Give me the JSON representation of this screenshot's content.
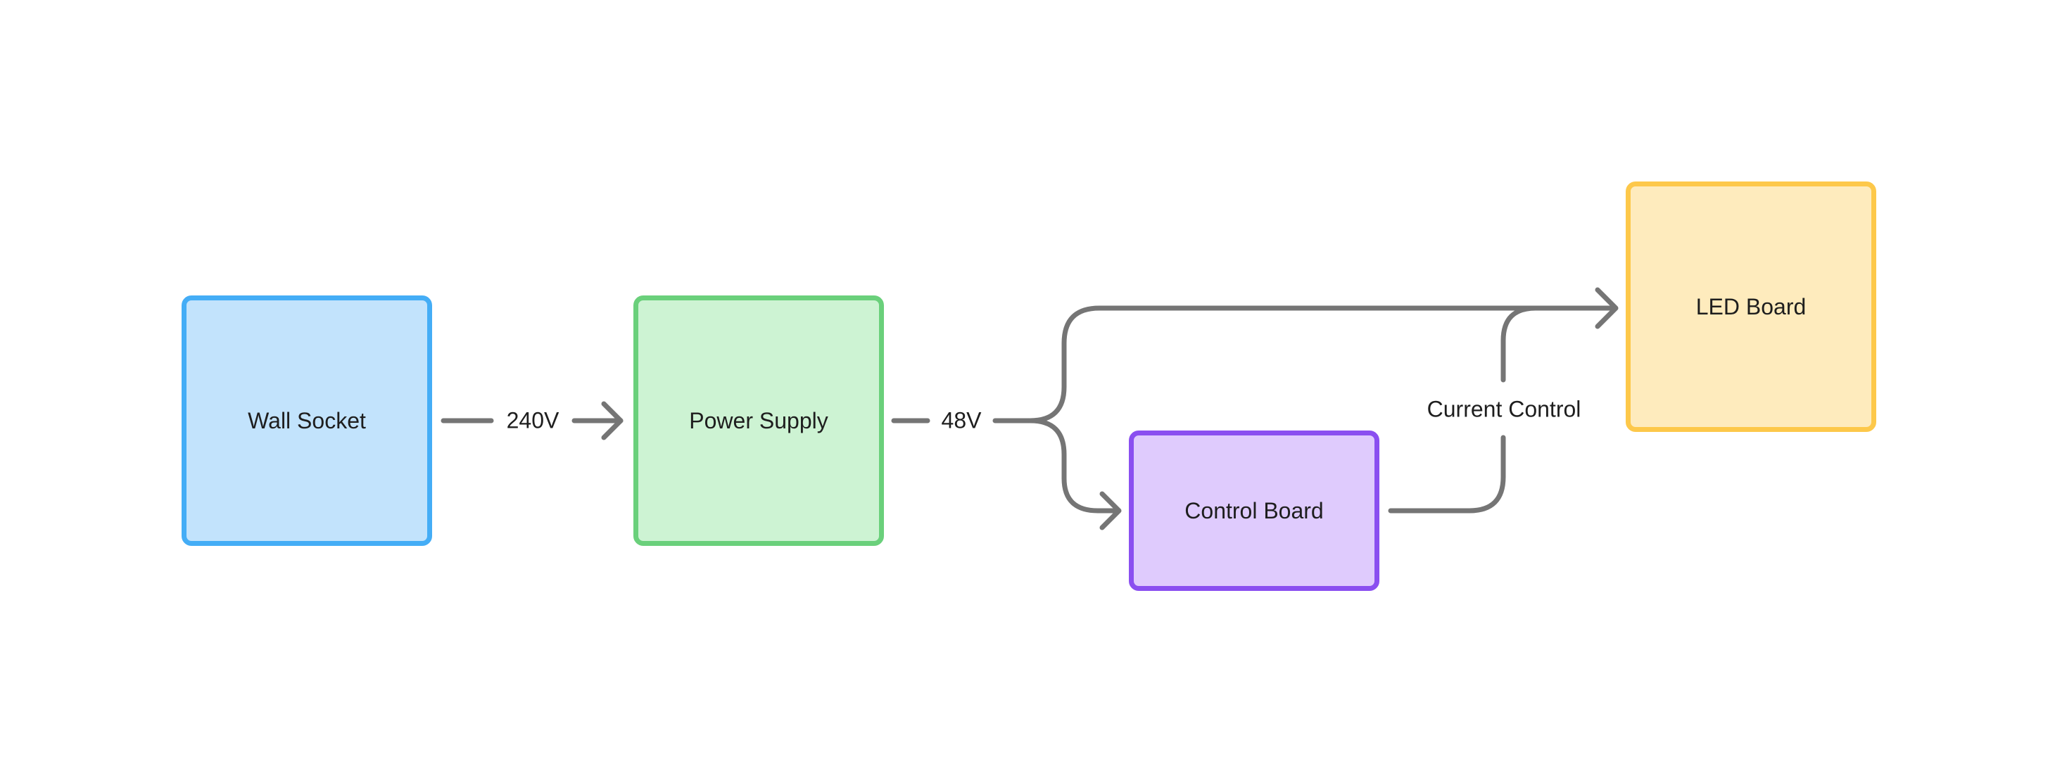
{
  "diagram": {
    "nodes": {
      "wall_socket": {
        "label": "Wall Socket",
        "fill": "#c2e3fc",
        "stroke": "#44adf6"
      },
      "power_supply": {
        "label": "Power Supply",
        "fill": "#cdf3d3",
        "stroke": "#6ad07b"
      },
      "control_board": {
        "label": "Control Board",
        "fill": "#dfcbfd",
        "stroke": "#8a4ff0"
      },
      "led_board": {
        "label": "LED Board",
        "fill": "#feebbd",
        "stroke": "#fdc84a"
      }
    },
    "edges": {
      "socket_to_supply": {
        "label": "240V"
      },
      "supply_out": {
        "label": "48V"
      },
      "control_to_led": {
        "label": "Current Control"
      }
    },
    "colors": {
      "connector": "#757575"
    }
  }
}
